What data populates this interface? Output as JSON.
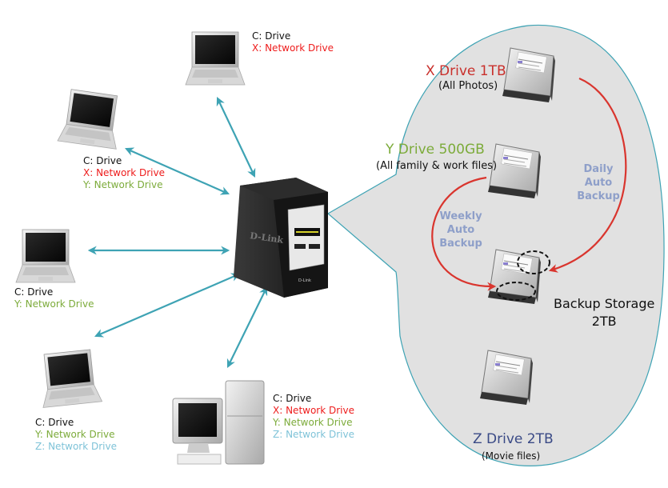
{
  "colors": {
    "arrow": "#3ea3b4",
    "backup_arrow": "#d9352e",
    "balloon_fill": "#e1e1e1",
    "balloon_stroke": "#3ea3b4",
    "red": "#ee1c1c",
    "green": "#7cab3a",
    "light_blue": "#7fc3d8",
    "navy": "#3a4a86",
    "backup_label": "#8e9fc9"
  },
  "nas": {
    "brand": "D-Link"
  },
  "clients": [
    {
      "id": "laptop-top",
      "icon": "laptop-icon",
      "drives": [
        {
          "text": "C: Drive",
          "color": "black"
        },
        {
          "text": "X: Network Drive",
          "color": "red"
        }
      ]
    },
    {
      "id": "laptop-upper-left",
      "icon": "laptop-icon",
      "drives": [
        {
          "text": "C: Drive",
          "color": "black"
        },
        {
          "text": "X: Network Drive",
          "color": "red"
        },
        {
          "text": "Y: Network Drive",
          "color": "green"
        }
      ]
    },
    {
      "id": "laptop-left",
      "icon": "laptop-icon",
      "drives": [
        {
          "text": "C: Drive",
          "color": "black"
        },
        {
          "text": "Y: Network Drive",
          "color": "green"
        }
      ]
    },
    {
      "id": "laptop-lower-left",
      "icon": "laptop-icon",
      "drives": [
        {
          "text": "C: Drive",
          "color": "black"
        },
        {
          "text": "Y: Network Drive",
          "color": "green"
        },
        {
          "text": "Z: Network Drive",
          "color": "light_blue"
        }
      ]
    },
    {
      "id": "desktop-bottom",
      "icon": "desktop-computer-icon",
      "drives": [
        {
          "text": "C: Drive",
          "color": "black"
        },
        {
          "text": "X: Network Drive",
          "color": "red"
        },
        {
          "text": "Y: Network Drive",
          "color": "green"
        },
        {
          "text": "Z: Network Drive",
          "color": "light_blue"
        }
      ]
    }
  ],
  "storage": {
    "x_drive": {
      "title": "X Drive 1TB",
      "subtitle": "(All Photos)"
    },
    "y_drive": {
      "title": "Y Drive 500GB",
      "subtitle": "(All family & work files)"
    },
    "backup": {
      "title_line1": "Backup Storage",
      "title_line2": "2TB"
    },
    "z_drive": {
      "title": "Z Drive 2TB",
      "subtitle": "(Movie files)"
    },
    "daily": {
      "line1": "Daily",
      "line2": "Auto",
      "line3": "Backup"
    },
    "weekly": {
      "line1": "Weekly",
      "line2": "Auto",
      "line3": "Backup"
    }
  }
}
